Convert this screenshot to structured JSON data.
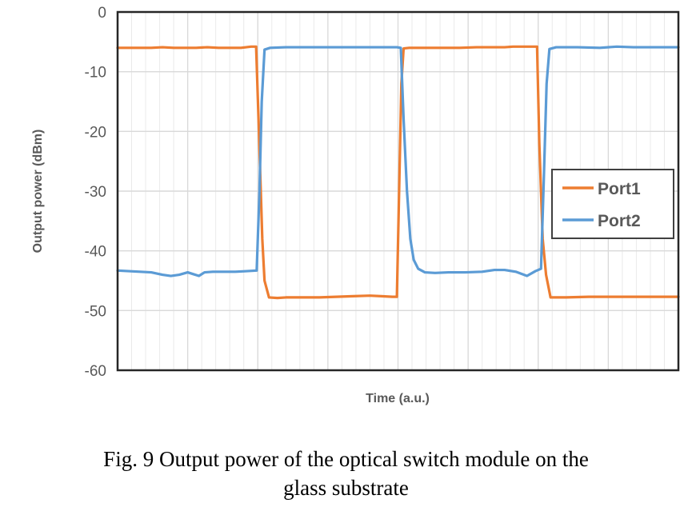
{
  "caption": {
    "line1": "Fig. 9 Output power of the optical switch module on the",
    "line2": "glass substrate"
  },
  "chart_data": {
    "type": "line",
    "title": "",
    "xlabel": "Time (a.u.)",
    "ylabel": "Output power (dBm)",
    "ylim": [
      -60,
      0
    ],
    "xlim": [
      0,
      1
    ],
    "ytick_labels": [
      "0",
      "-10",
      "-20",
      "-30",
      "-40",
      "-50",
      "-60"
    ],
    "ytick_values": [
      0,
      -10,
      -20,
      -30,
      -40,
      -50,
      -60
    ],
    "xtick_labels": [],
    "grid": "horizontal major, vertical minor",
    "legend_position": "right-middle",
    "colors": {
      "port1": "#ED7D31",
      "port2": "#5B9BD5",
      "grid": "#D9D9D9",
      "axis": "#262626",
      "text": "#595959"
    },
    "series": [
      {
        "name": "Port1",
        "color": "#ED7D31",
        "high_level_dbm": -6.0,
        "low_level_dbm": -47.7,
        "transitions_x": [
          0.247,
          0.5,
          0.75
        ],
        "points": [
          [
            0.0,
            -6.0
          ],
          [
            0.02,
            -6.0
          ],
          [
            0.04,
            -6.0
          ],
          [
            0.06,
            -6.0
          ],
          [
            0.08,
            -5.9
          ],
          [
            0.1,
            -6.0
          ],
          [
            0.12,
            -6.0
          ],
          [
            0.14,
            -6.0
          ],
          [
            0.16,
            -5.9
          ],
          [
            0.18,
            -6.0
          ],
          [
            0.2,
            -6.0
          ],
          [
            0.22,
            -6.0
          ],
          [
            0.238,
            -5.8
          ],
          [
            0.247,
            -5.8
          ],
          [
            0.252,
            -20.0
          ],
          [
            0.258,
            -38.0
          ],
          [
            0.262,
            -45.0
          ],
          [
            0.27,
            -47.8
          ],
          [
            0.285,
            -47.9
          ],
          [
            0.3,
            -47.8
          ],
          [
            0.33,
            -47.8
          ],
          [
            0.36,
            -47.8
          ],
          [
            0.39,
            -47.7
          ],
          [
            0.42,
            -47.6
          ],
          [
            0.45,
            -47.5
          ],
          [
            0.47,
            -47.6
          ],
          [
            0.49,
            -47.7
          ],
          [
            0.498,
            -47.7
          ],
          [
            0.502,
            -30.0
          ],
          [
            0.506,
            -12.0
          ],
          [
            0.51,
            -6.1
          ],
          [
            0.52,
            -6.0
          ],
          [
            0.55,
            -6.0
          ],
          [
            0.58,
            -6.0
          ],
          [
            0.61,
            -6.0
          ],
          [
            0.64,
            -5.9
          ],
          [
            0.67,
            -5.9
          ],
          [
            0.69,
            -5.9
          ],
          [
            0.705,
            -5.8
          ],
          [
            0.748,
            -5.8
          ],
          [
            0.752,
            -22.0
          ],
          [
            0.758,
            -38.0
          ],
          [
            0.764,
            -44.0
          ],
          [
            0.772,
            -47.8
          ],
          [
            0.8,
            -47.8
          ],
          [
            0.84,
            -47.7
          ],
          [
            0.88,
            -47.7
          ],
          [
            0.92,
            -47.7
          ],
          [
            0.96,
            -47.7
          ],
          [
            1.0,
            -47.7
          ]
        ]
      },
      {
        "name": "Port2",
        "color": "#5B9BD5",
        "high_level_dbm": -6.0,
        "low_level_dbm": -43.5,
        "transitions_x": [
          0.257,
          0.507,
          0.758
        ],
        "points": [
          [
            0.0,
            -43.3
          ],
          [
            0.02,
            -43.4
          ],
          [
            0.04,
            -43.5
          ],
          [
            0.06,
            -43.6
          ],
          [
            0.08,
            -44.0
          ],
          [
            0.095,
            -44.2
          ],
          [
            0.11,
            -44.0
          ],
          [
            0.125,
            -43.6
          ],
          [
            0.135,
            -43.9
          ],
          [
            0.145,
            -44.2
          ],
          [
            0.155,
            -43.6
          ],
          [
            0.17,
            -43.5
          ],
          [
            0.19,
            -43.5
          ],
          [
            0.21,
            -43.5
          ],
          [
            0.23,
            -43.4
          ],
          [
            0.248,
            -43.3
          ],
          [
            0.253,
            -30.0
          ],
          [
            0.257,
            -15.0
          ],
          [
            0.262,
            -6.3
          ],
          [
            0.272,
            -6.0
          ],
          [
            0.3,
            -5.9
          ],
          [
            0.33,
            -5.9
          ],
          [
            0.36,
            -5.9
          ],
          [
            0.39,
            -5.9
          ],
          [
            0.42,
            -5.9
          ],
          [
            0.45,
            -5.9
          ],
          [
            0.48,
            -5.9
          ],
          [
            0.498,
            -5.9
          ],
          [
            0.505,
            -6.0
          ],
          [
            0.51,
            -18.0
          ],
          [
            0.516,
            -30.0
          ],
          [
            0.522,
            -38.0
          ],
          [
            0.528,
            -41.5
          ],
          [
            0.536,
            -43.0
          ],
          [
            0.548,
            -43.6
          ],
          [
            0.566,
            -43.7
          ],
          [
            0.59,
            -43.6
          ],
          [
            0.62,
            -43.6
          ],
          [
            0.65,
            -43.5
          ],
          [
            0.672,
            -43.2
          ],
          [
            0.69,
            -43.2
          ],
          [
            0.71,
            -43.5
          ],
          [
            0.73,
            -44.2
          ],
          [
            0.745,
            -43.4
          ],
          [
            0.755,
            -43.0
          ],
          [
            0.76,
            -28.0
          ],
          [
            0.765,
            -12.0
          ],
          [
            0.77,
            -6.2
          ],
          [
            0.782,
            -5.9
          ],
          [
            0.82,
            -5.9
          ],
          [
            0.86,
            -6.0
          ],
          [
            0.89,
            -5.8
          ],
          [
            0.92,
            -5.9
          ],
          [
            0.96,
            -5.9
          ],
          [
            1.0,
            -5.9
          ]
        ]
      }
    ],
    "legend": [
      {
        "label": "Port1",
        "color": "#ED7D31"
      },
      {
        "label": "Port2",
        "color": "#5B9BD5"
      }
    ]
  }
}
